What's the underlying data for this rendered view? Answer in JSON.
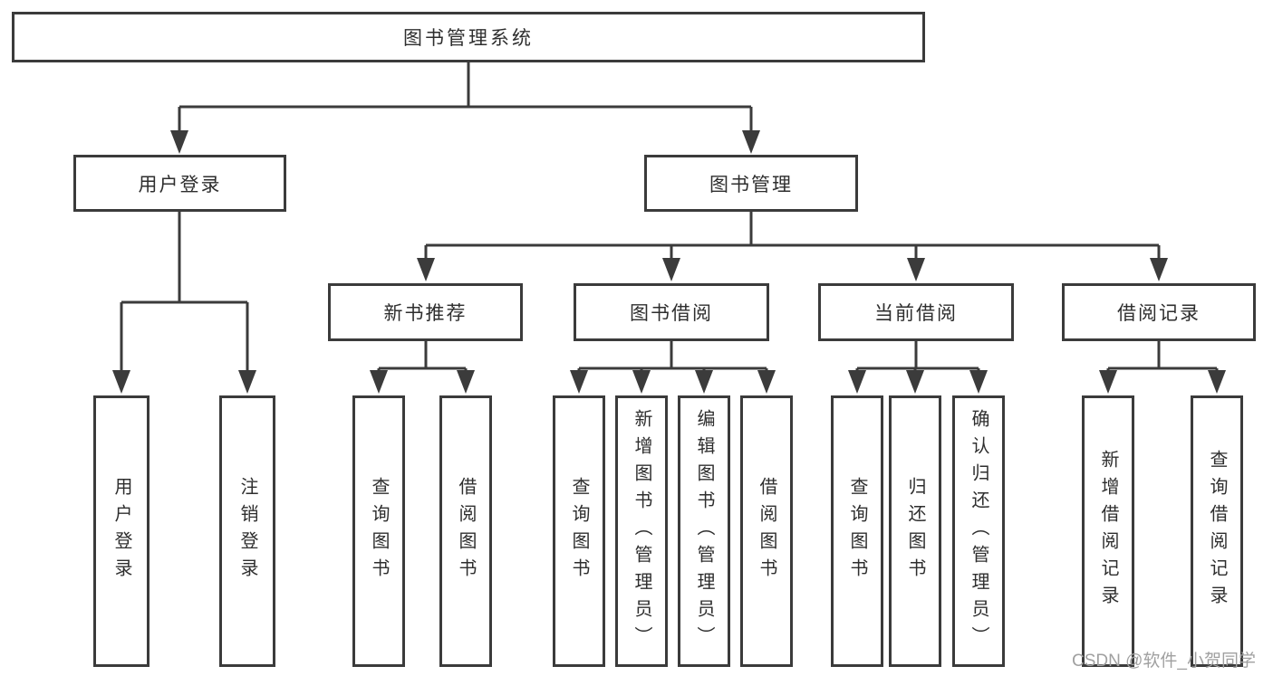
{
  "colors": {
    "line": "#3b3b3b",
    "box_border": "#3b3b3b",
    "text": "#2e2e2e",
    "watermark": "#a0a0a0",
    "background": "#ffffff"
  },
  "watermark": "CSDN @软件_小贺同学",
  "tree": {
    "root": {
      "label": "图书管理系统",
      "children": [
        {
          "label": "用户登录",
          "children": [
            {
              "label": "用户登录"
            },
            {
              "label": "注销登录"
            }
          ]
        },
        {
          "label": "图书管理",
          "children": [
            {
              "label": "新书推荐",
              "children": [
                {
                  "label": "查询图书"
                },
                {
                  "label": "借阅图书"
                }
              ]
            },
            {
              "label": "图书借阅",
              "children": [
                {
                  "label": "查询图书"
                },
                {
                  "label": "新增图书（管理员）"
                },
                {
                  "label": "编辑图书（管理员）"
                },
                {
                  "label": "借阅图书"
                }
              ]
            },
            {
              "label": "当前借阅",
              "children": [
                {
                  "label": "查询图书"
                },
                {
                  "label": "归还图书"
                },
                {
                  "label": "确认归还（管理员）"
                }
              ]
            },
            {
              "label": "借阅记录",
              "children": [
                {
                  "label": "新增借阅记录"
                },
                {
                  "label": "查询借阅记录"
                }
              ]
            }
          ]
        }
      ]
    }
  }
}
